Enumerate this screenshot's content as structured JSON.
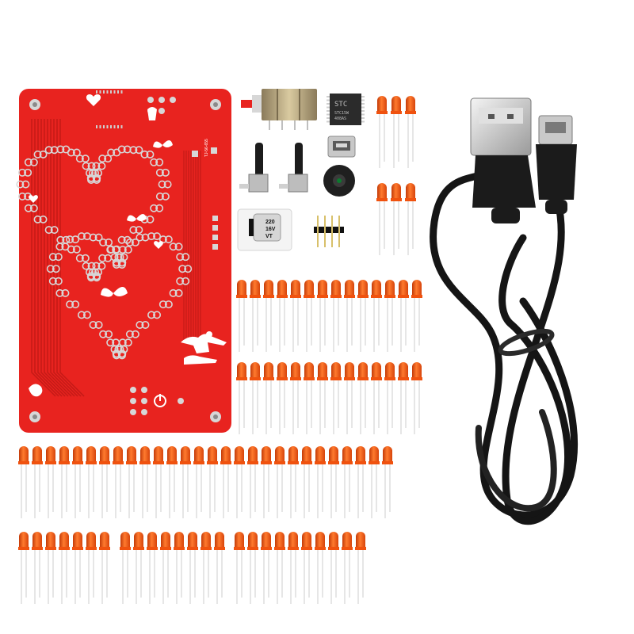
{
  "colors": {
    "background": "#ffffff",
    "pcb": "#e8231f",
    "pcb_trace": "#c41a17",
    "pad": "#d7d7d7",
    "led_body": "#f0520f",
    "led_lead": "#d4d4d4",
    "cable": "#151515",
    "ic_body": "#2b2b2b"
  },
  "pcb": {
    "model_text": "TJ-56-655"
  },
  "ic_chip": {
    "brand": "STC",
    "line1": "STC15W",
    "line2": "408AS"
  },
  "capacitor": {
    "line1": "220",
    "line2": "16V",
    "line3": "VT"
  },
  "led_groups": [
    {
      "label": "led-group-right-top-a",
      "count": 3
    },
    {
      "label": "led-group-right-top-b",
      "count": 3
    },
    {
      "label": "led-group-middle-row-1",
      "count": 14
    },
    {
      "label": "led-group-middle-row-2",
      "count": 14
    },
    {
      "label": "led-group-full-row",
      "count": 28
    },
    {
      "label": "led-group-bottom-a",
      "count": 7
    },
    {
      "label": "led-group-bottom-b",
      "count": 8
    },
    {
      "label": "led-group-bottom-c",
      "count": 10
    }
  ],
  "icons": {
    "power": "power-icon",
    "butterfly": "butterfly-icon",
    "heart": "heart-icon"
  }
}
